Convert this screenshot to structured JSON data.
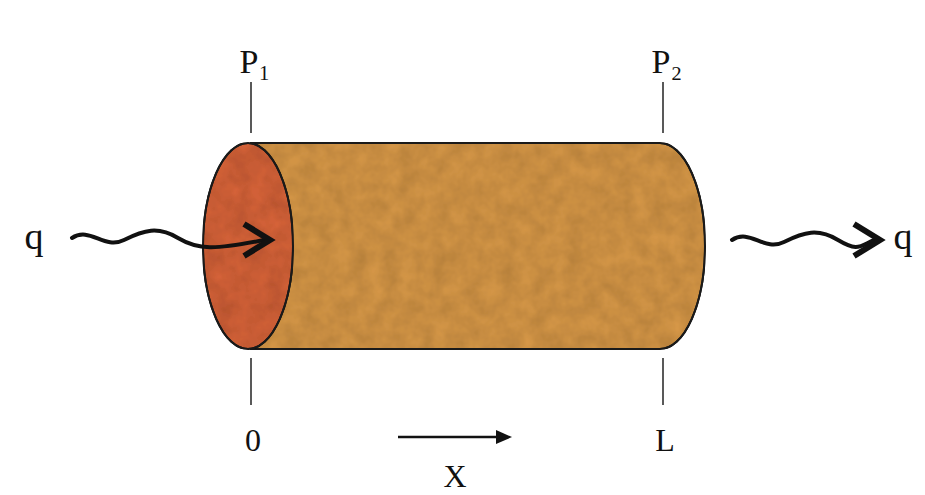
{
  "diagram": {
    "labels": [
      "P₁",
      "P₂",
      "q",
      "q",
      "0",
      "L",
      "X"
    ]
  }
}
